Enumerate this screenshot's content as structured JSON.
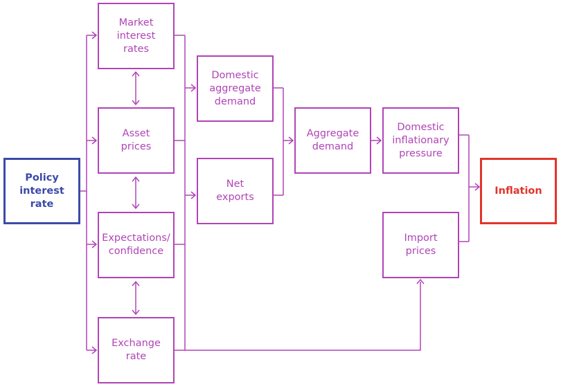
{
  "colors": {
    "stroke": "#b044b6",
    "policy": "#3b4aa8",
    "inflation": "#e2342b"
  },
  "nodes": {
    "policy_interest_rate": "Policy\ninterest\nrate",
    "market_interest_rates": "Market\ninterest\nrates",
    "asset_prices": "Asset\nprices",
    "expectations_confidence": "Expectations/\nconfidence",
    "exchange_rate": "Exchange\nrate",
    "domestic_aggregate_demand": "Domestic\naggregate\ndemand",
    "net_exports": "Net\nexports",
    "aggregate_demand": "Aggregate\ndemand",
    "domestic_inflationary_pressure": "Domestic\ninflationary\npressure",
    "import_prices": "Import\nprices",
    "inflation": "Inflation"
  }
}
